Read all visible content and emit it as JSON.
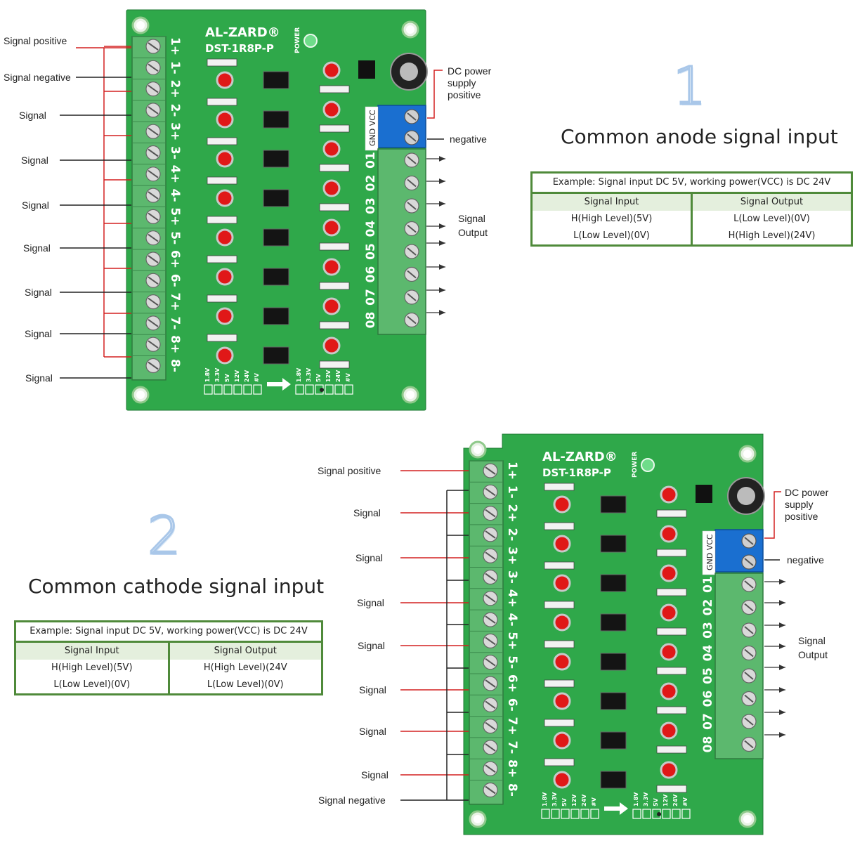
{
  "board": {
    "brand": "AL-ZARD",
    "brand_mark": "®",
    "model": "DST-1R8P-P",
    "power_label": "POWER",
    "terminal_pins": [
      "1+",
      "1-",
      "2+",
      "2-",
      "3+",
      "3-",
      "4+",
      "4-",
      "5+",
      "5-",
      "6+",
      "6-",
      "7+",
      "7-",
      "8+",
      "8-"
    ],
    "output_pins": [
      "01",
      "02",
      "03",
      "04",
      "05",
      "06",
      "07",
      "08"
    ],
    "power_pins": [
      "GND",
      "VCC"
    ],
    "voltage_options": [
      "1.8V",
      "3.3V",
      "5V",
      "12V",
      "24V",
      "#V"
    ]
  },
  "top": {
    "number": "1",
    "title": "Common anode signal input",
    "left_labels": [
      "Signal positive",
      "Signal negative",
      "Signal",
      "Signal",
      "Signal",
      "Signal",
      "Signal",
      "Signal",
      "Signal"
    ],
    "dc_label": [
      "DC power",
      "supply",
      "positive"
    ],
    "negative_label": "negative",
    "output_label": [
      "Signal",
      "Output"
    ],
    "table": {
      "example": "Example: Signal input DC 5V, working power(VCC) is DC 24V",
      "headers": [
        "Signal Input",
        "Signal Output"
      ],
      "rows": [
        [
          "H(High Level)(5V)",
          "L(Low Level)(0V)"
        ],
        [
          "L(Low Level)(0V)",
          "H(High Level)(24V)"
        ]
      ]
    }
  },
  "bottom": {
    "number": "2",
    "title": "Common cathode signal input",
    "left_labels": [
      "Signal positive",
      "Signal",
      "Signal",
      "Signal",
      "Signal",
      "Signal",
      "Signal",
      "Signal",
      "Signal negative"
    ],
    "dc_label": [
      "DC power",
      "supply",
      "positive"
    ],
    "negative_label": "negative",
    "output_label": [
      "Signal",
      "Output"
    ],
    "table": {
      "example": "Example: Signal input DC 5V, working power(VCC) is DC 24V",
      "headers": [
        "Signal Input",
        "Signal Output"
      ],
      "rows": [
        [
          "H(High Level)(5V)",
          "H(High Level)(24V"
        ],
        [
          "L(Low Level)(0V)",
          "L(Low Level)(0V)"
        ]
      ]
    }
  },
  "colors": {
    "pcb": "#2fa84a",
    "terminal": "#5cb86e",
    "blue_terminal": "#1a6fd0",
    "wire_red": "#d42020",
    "table_border": "#4f8a3a"
  }
}
